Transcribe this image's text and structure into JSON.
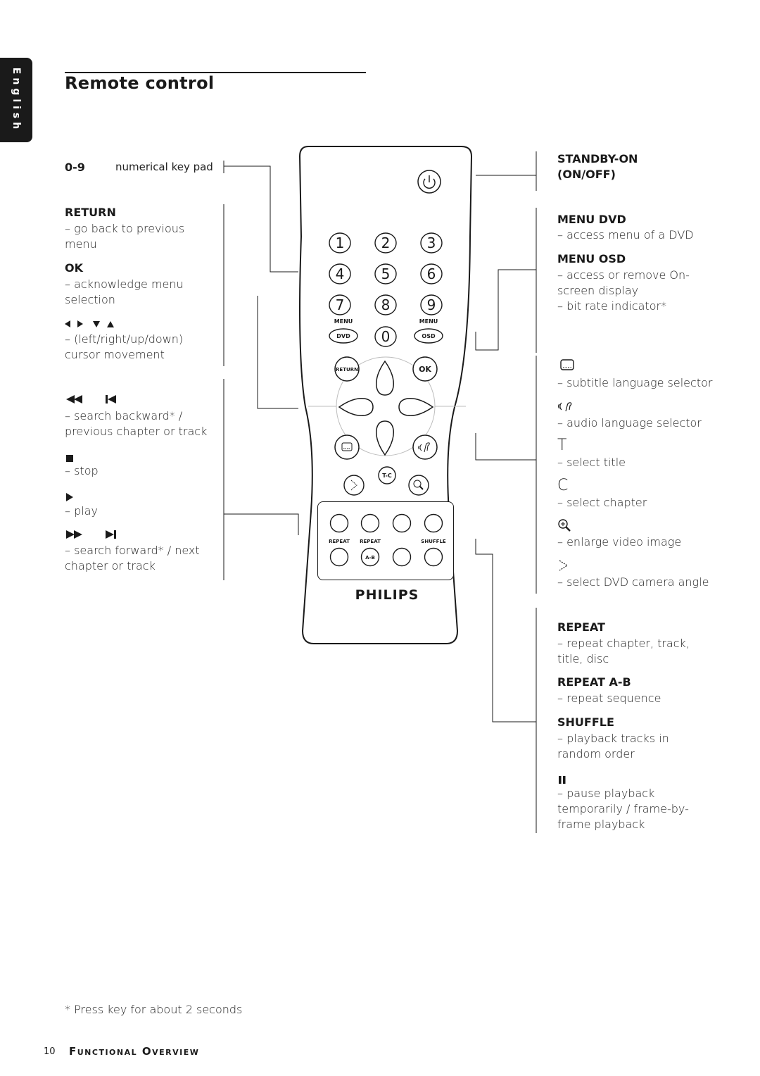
{
  "language_tab": "English",
  "title": "Remote control",
  "left": {
    "keypad_key": "0-9",
    "keypad_desc": "numerical key pad",
    "return_key": "RETURN",
    "return_desc": "– go back to previous menu",
    "ok_key": "OK",
    "ok_desc": "– acknowledge menu selection",
    "cursor_desc": "– (left/right/up/down) cursor movement",
    "search_back_desc": "– search backward* / previous chapter or track",
    "stop_desc": "– stop",
    "play_desc": "– play",
    "search_fwd_desc": "– search forward* / next chapter or track"
  },
  "right": {
    "standby_key": "STANDBY-ON (ON/OFF)",
    "menu_dvd_key": "MENU DVD",
    "menu_dvd_desc": "– access menu of a DVD",
    "menu_osd_key": "MENU OSD",
    "menu_osd_desc1": "– access or remove On-screen display",
    "menu_osd_desc2": "– bit rate indicator*",
    "subtitle_desc": "– subtitle language selector",
    "audio_desc": "– audio language selector",
    "title_symbol": "T",
    "title_desc": "– select title",
    "chapter_symbol": "C",
    "chapter_desc": "– select chapter",
    "zoom_desc": "– enlarge video image",
    "angle_desc": "– select DVD camera angle",
    "repeat_key": "REPEAT",
    "repeat_desc": "– repeat chapter, track, title, disc",
    "repeat_ab_key": "REPEAT A-B",
    "repeat_ab_desc": "– repeat sequence",
    "shuffle_key": "SHUFFLE",
    "shuffle_desc": "– playback tracks in random order",
    "pause_desc": "– pause playback temporarily / frame-by-frame playback"
  },
  "remote": {
    "digits": [
      "1",
      "2",
      "3",
      "4",
      "5",
      "6",
      "7",
      "8",
      "9",
      "0"
    ],
    "menu_label": "MENU",
    "dvd_label": "DVD",
    "osd_label": "OSD",
    "return_label": "RETURN",
    "ok_label": "OK",
    "tc_label": "T-C",
    "repeat_label": "REPEAT",
    "ab_label": "A-B",
    "shuffle_label": "SHUFFLE",
    "brand": "PHILIPS"
  },
  "note": "* Press key for about 2 seconds",
  "footer": {
    "page_number": "10",
    "section": "Functional Overview"
  }
}
